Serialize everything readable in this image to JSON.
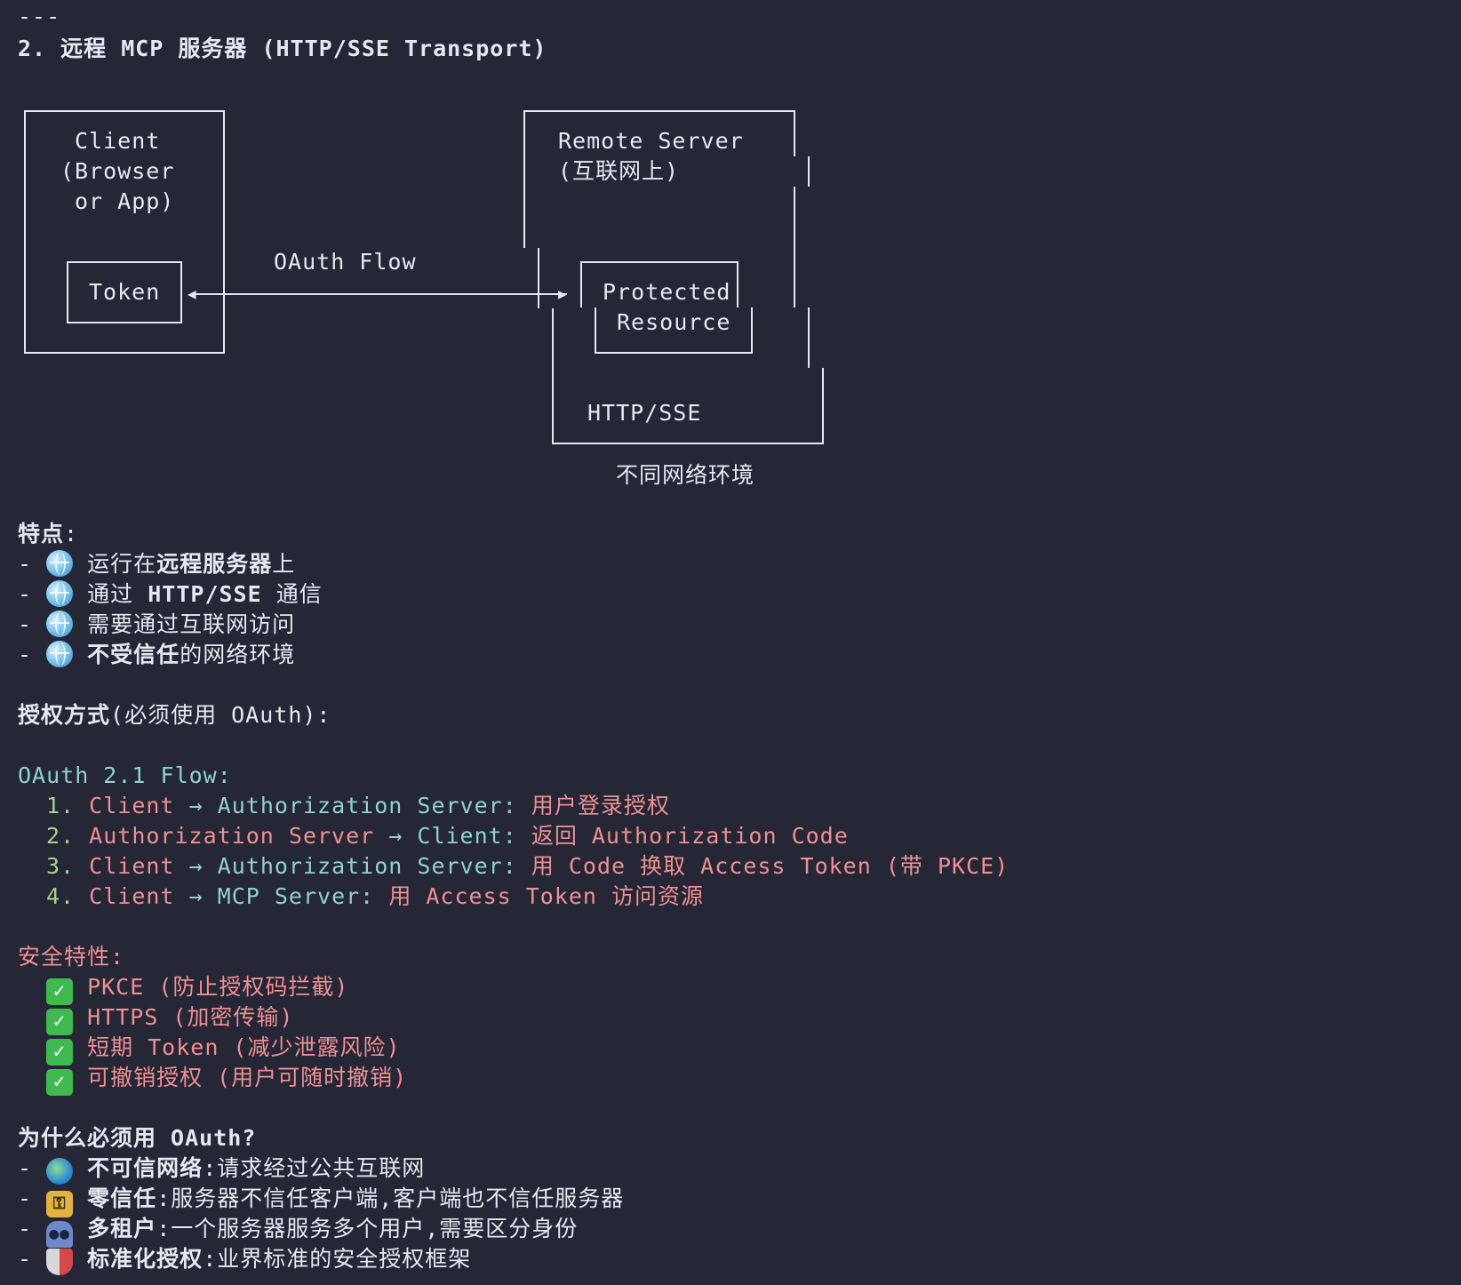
{
  "divider": "---",
  "title": "2. 远程 MCP 服务器 (HTTP/SSE Transport)",
  "diagram": {
    "client_line1": "Client",
    "client_line2": "(Browser",
    "client_line3": "or App)",
    "token": "Token",
    "oauth_flow": "OAuth Flow",
    "remote_line1": "Remote Server",
    "remote_line2": "(互联网上)",
    "protected_line1": "Protected",
    "protected_line2": "Resource",
    "http_sse": "HTTP/SSE",
    "caption": "不同网络环境"
  },
  "features": {
    "heading": "特点",
    "items": [
      {
        "prefix": "运行在",
        "bold": "远程服务器",
        "suffix": "上"
      },
      {
        "prefix": "通过 ",
        "bold": "HTTP/SSE",
        "suffix": " 通信"
      },
      {
        "prefix": "需要通过互联网访问",
        "bold": "",
        "suffix": ""
      },
      {
        "prefix": "",
        "bold": "不受信任",
        "suffix": "的网络环境"
      }
    ]
  },
  "auth": {
    "heading_bold": "授权方式",
    "heading_rest": "(必须使用 OAuth):"
  },
  "flow": {
    "heading": "OAuth 2.1 Flow:",
    "steps": [
      {
        "num": "1.",
        "a": "Client",
        "arrow": "→",
        "b": "Authorization Server:",
        "c": "用户登录授权"
      },
      {
        "num": "2.",
        "a": "Authorization Server",
        "arrow": "→",
        "b": "Client:",
        "c": "返回 Authorization Code"
      },
      {
        "num": "3.",
        "a": "Client",
        "arrow": "→",
        "b": "Authorization Server:",
        "c": "用 Code 换取 Access Token (带 PKCE)"
      },
      {
        "num": "4.",
        "a": "Client",
        "arrow": "→",
        "b": "MCP Server:",
        "c": "用 Access Token 访问资源"
      }
    ]
  },
  "security": {
    "heading": "安全特性:",
    "items": [
      "PKCE (防止授权码拦截)",
      "HTTPS (加密传输)",
      "短期 Token (减少泄露风险)",
      "可撤销授权 (用户可随时撤销)"
    ]
  },
  "why": {
    "heading": "为什么必须用 OAuth?",
    "items": [
      {
        "icon": "earth-globe-icon",
        "bold": "不可信网络",
        "rest": ":请求经过公共互联网"
      },
      {
        "icon": "lock-key-icon",
        "bold": "零信任",
        "rest": ":服务器不信任客户端,客户端也不信任服务器"
      },
      {
        "icon": "people-icon",
        "bold": "多租户",
        "rest": ":一个服务器服务多个用户,需要区分身份"
      },
      {
        "icon": "shield-icon",
        "bold": "标准化授权",
        "rest": ":业界标准的安全授权框架"
      }
    ]
  }
}
